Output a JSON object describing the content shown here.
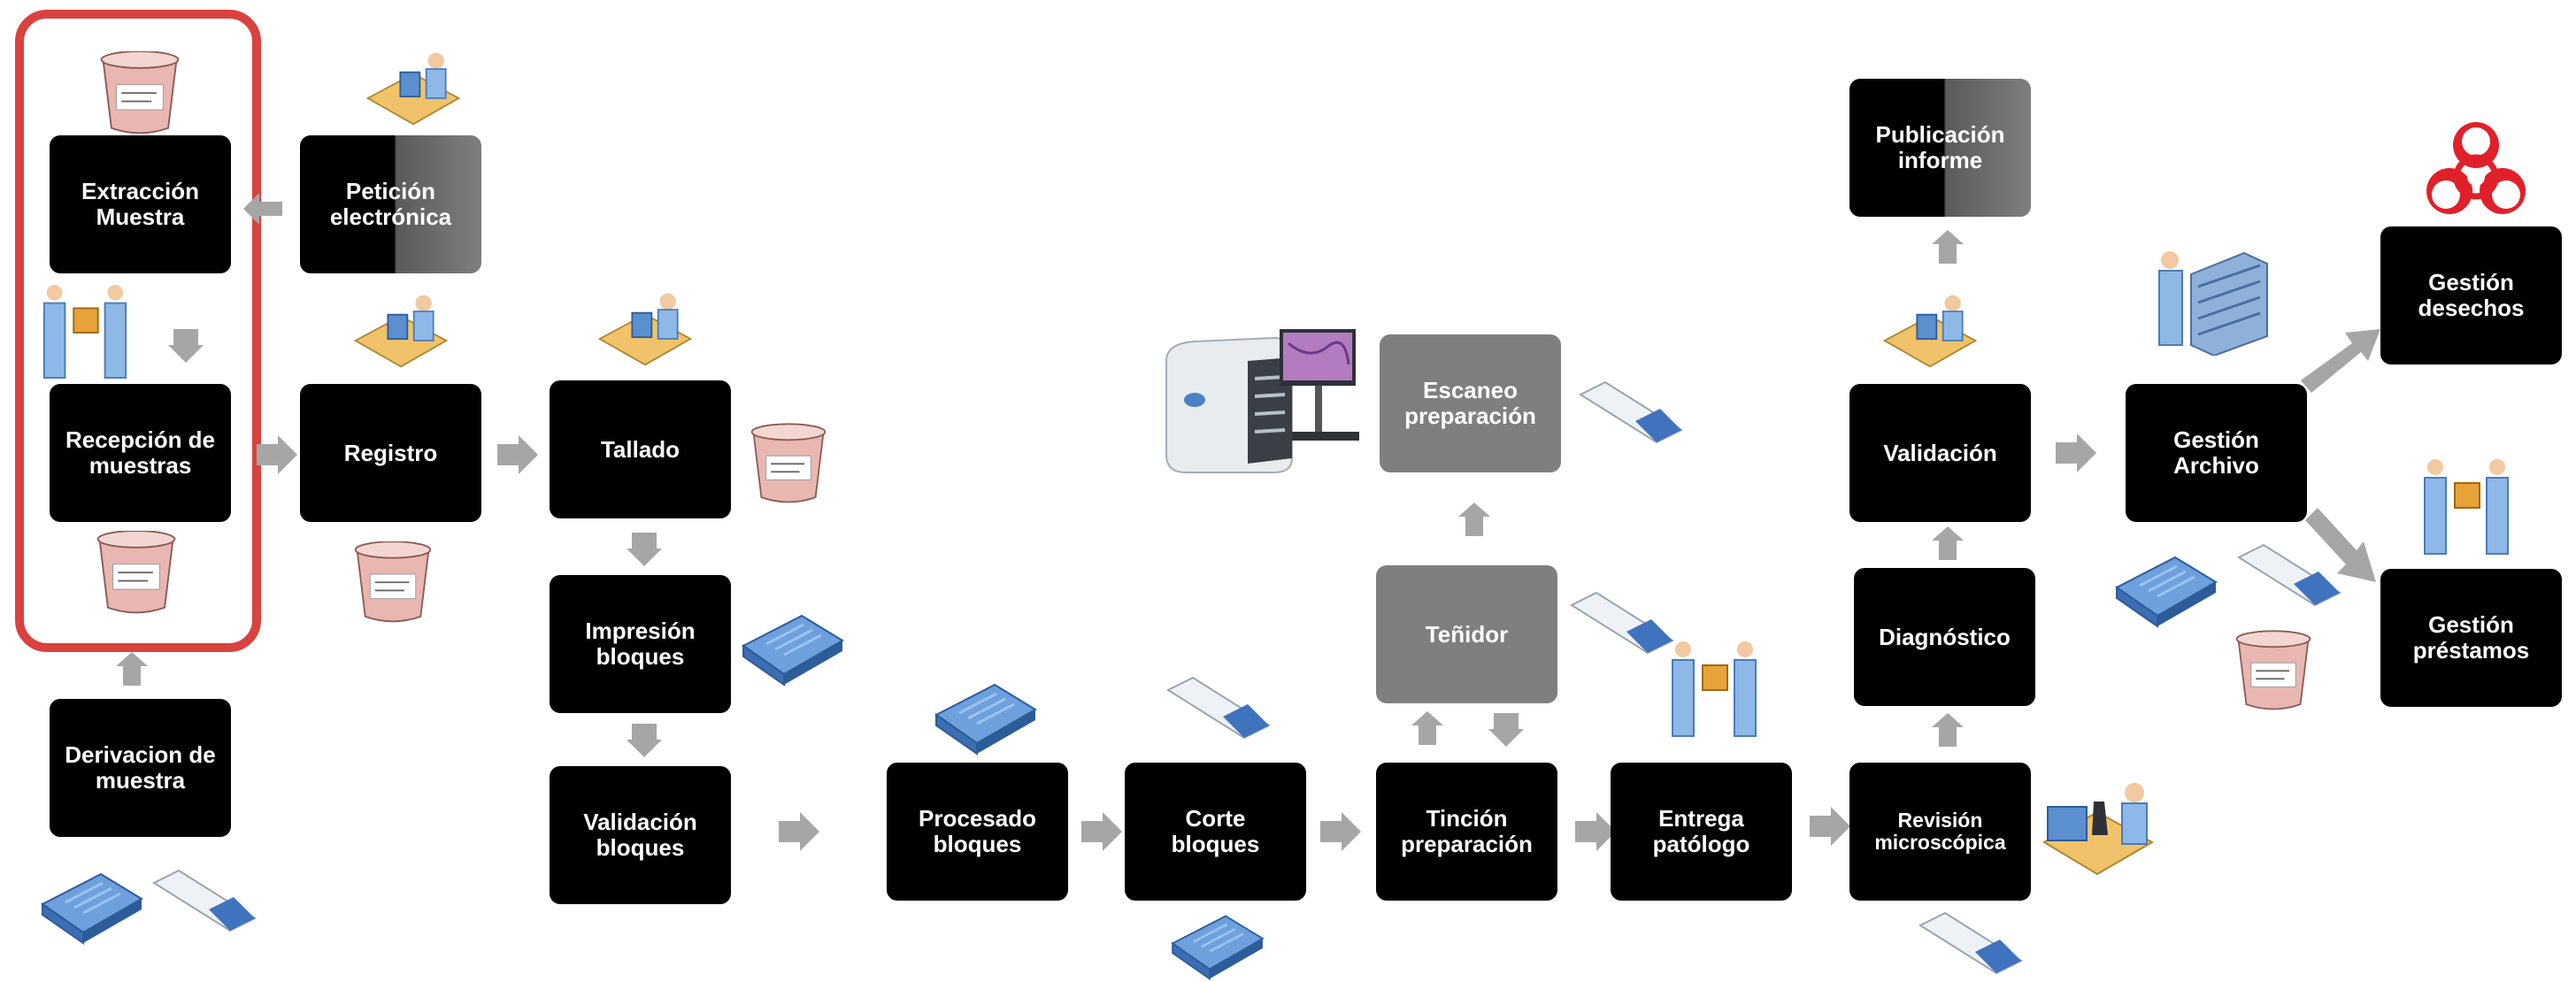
{
  "nodes": {
    "extraccion": "Extracción\nMuestra",
    "peticion": "Petición\nelectrónica",
    "recepcion": "Recepción de\nmuestras",
    "registro": "Registro",
    "tallado": "Tallado",
    "impresion": "Impresión\nbloques",
    "validacion_bloques": "Validación\nbloques",
    "derivacion": "Derivacion de\nmuestra",
    "procesado": "Procesado\nbloques",
    "corte": "Corte\nbloques",
    "tincion": "Tinción\npreparación",
    "tenidor": "Teñidor",
    "escaneo": "Escaneo\npreparación",
    "entrega": "Entrega\npatólogo",
    "revision": "Revisión\nmicroscópica",
    "diagnostico": "Diagnóstico",
    "validacion": "Validación",
    "publicacion": "Publicación\ninforme",
    "archivo": "Gestión\nArchivo",
    "desechos": "Gestión\ndesechos",
    "prestamos": "Gestión\npréstamos"
  },
  "colors": {
    "node_black": "#000000",
    "node_grey": "#7f7f7f",
    "arrow": "#a6a6a6",
    "highlight": "#d9423e",
    "biohazard": "#e0202a",
    "cassette": "#4a82c8"
  },
  "icons": [
    "sample-jar-icon",
    "computer-desk-user-icon",
    "person-handover-icon",
    "cassette-block-icon",
    "glass-slide-icon",
    "slide-scanner-icon",
    "microscope-user-icon",
    "archive-cabinet-icon",
    "biohazard-icon"
  ]
}
